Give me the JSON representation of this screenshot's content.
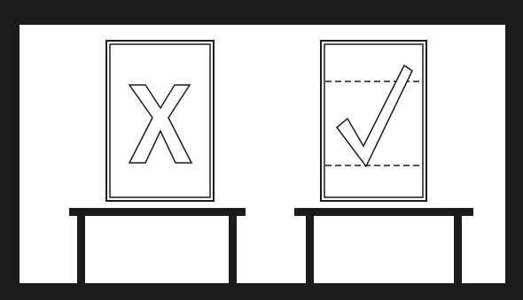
{
  "colors": {
    "background": "#ffffff",
    "frame": "#1c1c1c",
    "ink": "#1c1c1c",
    "paper": "#ffffff"
  },
  "panels": [
    {
      "id": "left",
      "symbol": "x-mark-icon",
      "has_guide_lines": false
    },
    {
      "id": "right",
      "symbol": "check-mark-icon",
      "has_guide_lines": true,
      "guide_line_style": "dashed"
    }
  ],
  "tables": [
    {
      "id": "left-table"
    },
    {
      "id": "right-table"
    }
  ]
}
